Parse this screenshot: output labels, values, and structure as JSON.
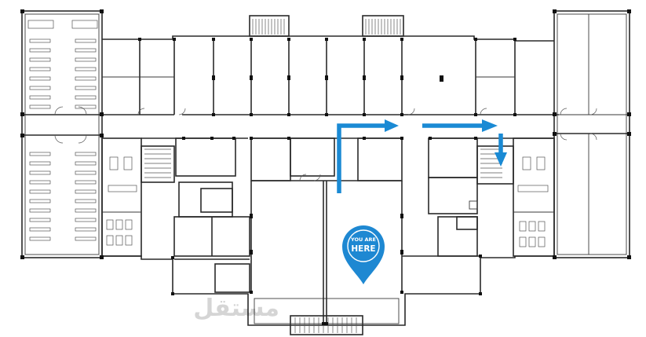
{
  "marker": {
    "line1": "YOU ARE",
    "line2": "HERE",
    "color": "#1e88d2",
    "text_color": "#ffffff"
  },
  "route": {
    "color": "#1a8ad4"
  },
  "watermark": {
    "text": "مستقل"
  },
  "icons": {
    "marker": "location-pin-icon",
    "route": "arrow-icon"
  }
}
